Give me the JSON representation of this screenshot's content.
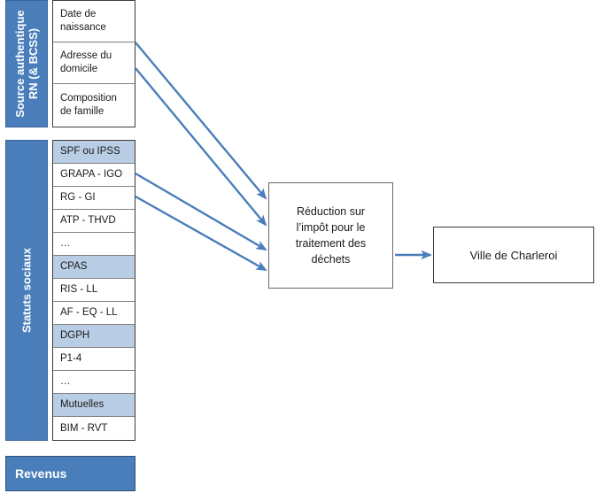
{
  "diagram": {
    "title_center": "Réduction sur l’impôt pour le traitement des déchets",
    "accent_blue": "#4a7ebb",
    "highlight_blue": "#b9cde5",
    "arrow_color": "#4a7ebb",
    "box_border": "#3c3c3c"
  },
  "groups": [
    {
      "id": "source-authentique",
      "band_label": "Source authentique\nRN (& BCSS)",
      "band_label_line1": "Source authentique",
      "band_label_line2": "RN (& BCSS)",
      "rows": [
        {
          "label": "Date de naissance",
          "line1": "Date de",
          "line2": "naissance",
          "highlighted": false
        },
        {
          "label": "Adresse du domicile",
          "line1": "Adresse du",
          "line2": "domicile",
          "highlighted": false
        },
        {
          "label": "Composition de famille",
          "line1": "Composition",
          "line2": "de famille",
          "highlighted": false
        }
      ]
    },
    {
      "id": "statuts-sociaux",
      "band_label": "Statuts sociaux",
      "rows": [
        {
          "label": "SPF ou IPSS",
          "highlighted": true
        },
        {
          "label": "GRAPA  - IGO",
          "highlighted": false
        },
        {
          "label": "RG - GI",
          "highlighted": false
        },
        {
          "label": "ATP - THVD",
          "highlighted": false
        },
        {
          "label": "…",
          "highlighted": false
        },
        {
          "label": "CPAS",
          "highlighted": true
        },
        {
          "label": "RIS - LL",
          "highlighted": false
        },
        {
          "label": "AF - EQ - LL",
          "highlighted": false
        },
        {
          "label": "DGPH",
          "highlighted": true
        },
        {
          "label": "P1-4",
          "highlighted": false
        },
        {
          "label": "…",
          "highlighted": false
        },
        {
          "label": "Mutuelles",
          "highlighted": true
        },
        {
          "label": "BIM - RVT",
          "highlighted": false
        }
      ]
    }
  ],
  "revenus": {
    "label": "Revenus"
  },
  "center_box": {
    "line1": "Réduction sur",
    "line2": "l’impôt pour le",
    "line3": "traitement des",
    "line4": "déchets"
  },
  "right_box": {
    "label": "Ville de Charleroi"
  },
  "arrows": [
    {
      "name": "arrow-date-naissance-to-reduction",
      "from": "Date de naissance",
      "to": "Réduction sur l’impôt pour le traitement des déchets"
    },
    {
      "name": "arrow-adresse-domicile-to-reduction",
      "from": "Adresse du domicile",
      "to": "Réduction sur l’impôt pour le traitement des déchets"
    },
    {
      "name": "arrow-grapa-to-reduction",
      "from": "GRAPA  - IGO",
      "to": "Réduction sur l’impôt pour le traitement des déchets"
    },
    {
      "name": "arrow-rg-gi-to-reduction",
      "from": "RG - GI",
      "to": "Réduction sur l’impôt pour le traitement des déchets"
    },
    {
      "name": "arrow-reduction-to-ville",
      "from": "Réduction sur l’impôt pour le traitement des déchets",
      "to": "Ville de Charleroi"
    }
  ]
}
